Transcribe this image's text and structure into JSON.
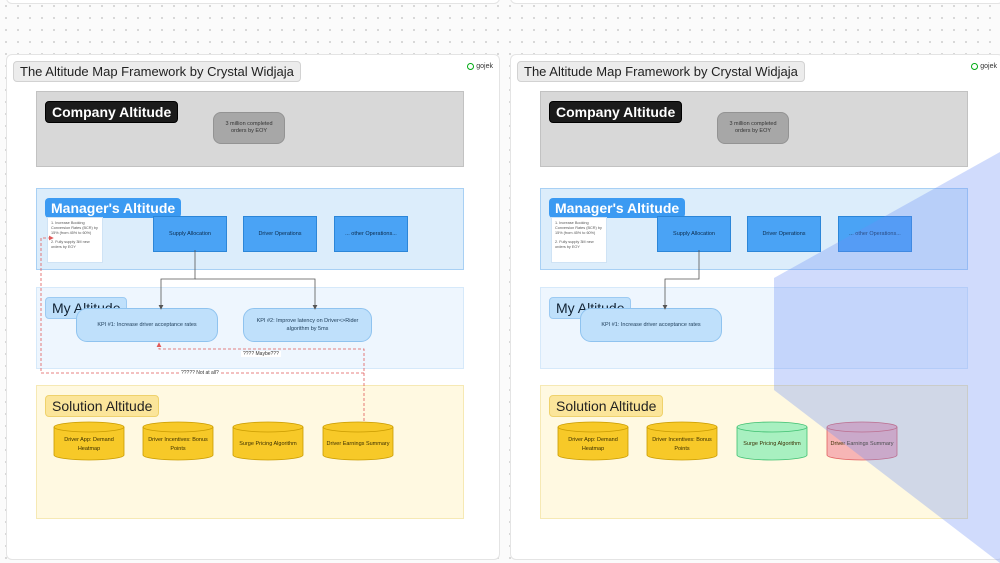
{
  "frames": [
    {
      "title": "The Altitude Map Framework by Crystal Widjaja",
      "brand": "gojek",
      "company": {
        "label": "Company Altitude",
        "goal": "3 million completed orders by EOY"
      },
      "manager": {
        "label": "Manager's Altitude",
        "notes": [
          "1. Increase Booking Conversion Rates (BCR) by 15% (from 45% to 60%)",
          "2. Fully supply 3M new orders by EOY"
        ],
        "ops": [
          "Supply Allocation",
          "Driver Operations",
          "... other Operations..."
        ]
      },
      "my": {
        "label": "My Altitude",
        "kpis": [
          "KPI #1: Increase driver acceptance rates",
          "KPI #2: Improve latency on Driver<>Rider algorithm by 5ms"
        ]
      },
      "solution": {
        "label": "Solution Altitude",
        "items": [
          {
            "label": "Driver App: Demand Heatmap",
            "status": "yellow"
          },
          {
            "label": "Driver Incentives: Bonus Points",
            "status": "yellow"
          },
          {
            "label": "Surge Pricing Algorithm",
            "status": "yellow"
          },
          {
            "label": "Driver Earnings Summary",
            "status": "yellow"
          }
        ]
      },
      "connectors": {
        "maybe": "???? Maybe???",
        "not_at_all": "????? Not at all?"
      }
    },
    {
      "title": "The Altitude Map Framework by Crystal Widjaja",
      "brand": "gojek",
      "company": {
        "label": "Company Altitude",
        "goal": "3 million completed orders by EOY"
      },
      "manager": {
        "label": "Manager's Altitude",
        "notes": [
          "1. Increase Booking Conversion Rates (BCR) by 15% (from 45% to 60%)",
          "2. Fully supply 3M new orders by EOY"
        ],
        "ops": [
          "Supply Allocation",
          "Driver Operations",
          "... other Operations..."
        ]
      },
      "my": {
        "label": "My Altitude",
        "kpis": [
          "KPI #1: Increase driver acceptance rates"
        ]
      },
      "solution": {
        "label": "Solution Altitude",
        "items": [
          {
            "label": "Driver App: Demand Heatmap",
            "status": "yellow"
          },
          {
            "label": "Driver Incentives: Bonus Points",
            "status": "yellow"
          },
          {
            "label": "Surge Pricing Algorithm",
            "status": "green"
          },
          {
            "label": "Driver Earnings Summary",
            "status": "red"
          }
        ]
      }
    }
  ],
  "colors": {
    "yellow_fill": "#f7c928",
    "yellow_stroke": "#c99b00",
    "green_fill": "#a8f0c0",
    "green_stroke": "#3fbf70",
    "red_fill": "#f7b5b5",
    "red_stroke": "#e06060",
    "connector": "#555555",
    "dashed": "#e05a5a",
    "overlay": "#6e8ef7"
  }
}
